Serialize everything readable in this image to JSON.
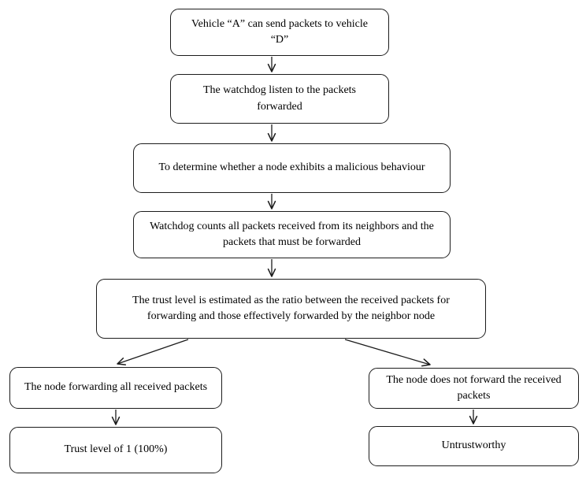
{
  "diagram": {
    "type": "flowchart",
    "colors": {
      "background": "#ffffff",
      "node_fill": "#ffffff",
      "node_border": "#1c1c1c",
      "text": "#000000",
      "arrow": "#1c1c1c"
    },
    "nodes": [
      {
        "id": "send-packets",
        "label": "Vehicle “A” can send packets to vehicle “D”"
      },
      {
        "id": "watchdog-listen",
        "label": "The watchdog listen to the packets forwarded"
      },
      {
        "id": "determine-malicious",
        "label": "To determine whether a node exhibits a malicious behaviour"
      },
      {
        "id": "watchdog-counts",
        "label": "Watchdog counts all packets received from its neighbors and the packets that must be forwarded"
      },
      {
        "id": "trust-ratio",
        "label": "The trust level is estimated as the ratio between the received packets for forwarding and those effectively forwarded by the neighbor node"
      },
      {
        "id": "node-forwards-all",
        "label": "The node forwarding all received packets"
      },
      {
        "id": "trust-level-1",
        "label": "Trust level of 1 (100%)"
      },
      {
        "id": "node-not-forward",
        "label": "The node does not forward the received packets"
      },
      {
        "id": "untrustworthy",
        "label": "Untrustworthy"
      }
    ],
    "edges": [
      {
        "from": "send-packets",
        "to": "watchdog-listen"
      },
      {
        "from": "watchdog-listen",
        "to": "determine-malicious"
      },
      {
        "from": "determine-malicious",
        "to": "watchdog-counts"
      },
      {
        "from": "watchdog-counts",
        "to": "trust-ratio"
      },
      {
        "from": "trust-ratio",
        "to": "node-forwards-all"
      },
      {
        "from": "trust-ratio",
        "to": "node-not-forward"
      },
      {
        "from": "node-forwards-all",
        "to": "trust-level-1"
      },
      {
        "from": "node-not-forward",
        "to": "untrustworthy"
      }
    ]
  }
}
